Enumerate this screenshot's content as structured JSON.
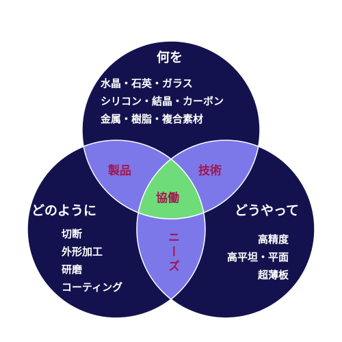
{
  "colors": {
    "circle_fill": "#14124e",
    "overlap_fill": "#7c78ea",
    "center_fill": "#6fdc7a",
    "circle_stroke": "#ffffff",
    "title_text": "#ffffff",
    "overlap_text": "#a1174e"
  },
  "top_circle": {
    "title": "何を",
    "items": [
      "水晶・石英・ガラス",
      "シリコン・結晶・カーボン",
      "金属・樹脂・複合素材"
    ]
  },
  "left_circle": {
    "title": "どのように",
    "items": [
      "切断",
      "外形加工",
      "研磨",
      "コーティング"
    ]
  },
  "right_circle": {
    "title": "どうやって",
    "items": [
      "高精度",
      "高平坦・平面",
      "超薄板"
    ]
  },
  "overlaps": {
    "top_left": "製品",
    "top_right": "技術",
    "left_right": "ニーズ",
    "center": "協働"
  }
}
